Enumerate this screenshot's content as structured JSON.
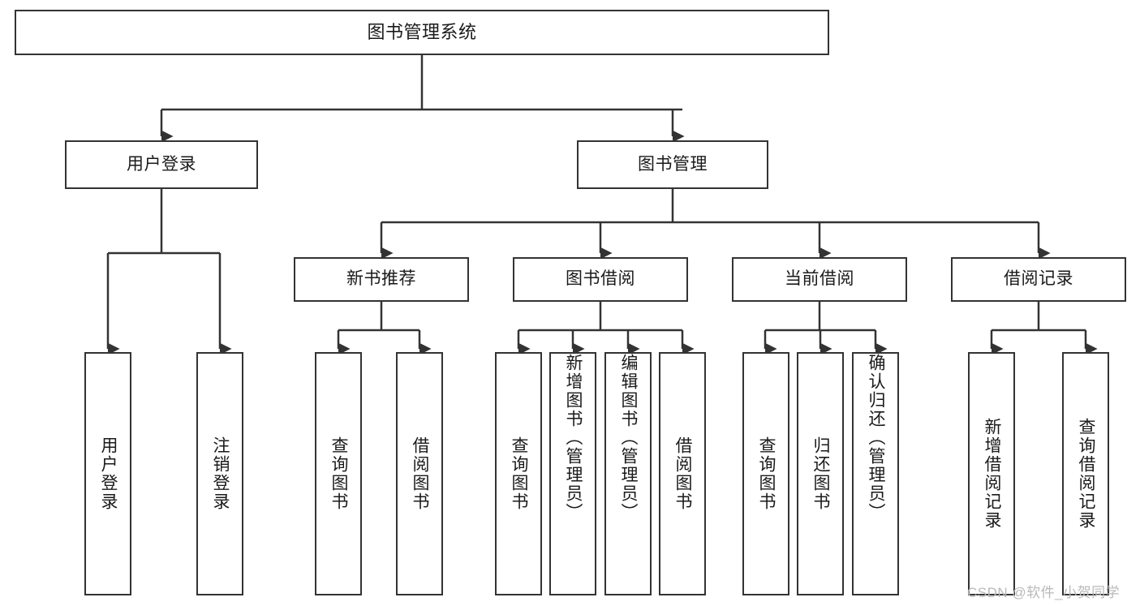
{
  "diagram": {
    "title": "图书管理系统",
    "type": "tree-hierarchy-chart",
    "root": {
      "label": "图书管理系统"
    },
    "level2": [
      {
        "label": "用户登录"
      },
      {
        "label": "图书管理"
      }
    ],
    "level3": [
      {
        "label": "新书推荐"
      },
      {
        "label": "图书借阅"
      },
      {
        "label": "当前借阅"
      },
      {
        "label": "借阅记录"
      }
    ],
    "leaves_user_login": [
      {
        "label": "用户登录"
      },
      {
        "label": "注销登录"
      }
    ],
    "leaves_new_books": [
      {
        "label": "查询图书"
      },
      {
        "label": "借阅图书"
      }
    ],
    "leaves_borrow": [
      {
        "label": "查询图书"
      },
      {
        "label": "新增图书（管理员）"
      },
      {
        "label": "编辑图书（管理员）"
      },
      {
        "label": "借阅图书"
      }
    ],
    "leaves_current": [
      {
        "label": "查询图书"
      },
      {
        "label": "归还图书"
      },
      {
        "label": "确认归还（管理员）"
      }
    ],
    "leaves_records": [
      {
        "label": "新增借阅记录"
      },
      {
        "label": "查询借阅记录"
      }
    ],
    "colors": {
      "stroke": "#333333",
      "fill": "#ffffff",
      "text": "#1a1a1a",
      "watermark": "#b9b9b9"
    }
  },
  "watermark": {
    "text": "CSDN @软件_小贺同学"
  }
}
